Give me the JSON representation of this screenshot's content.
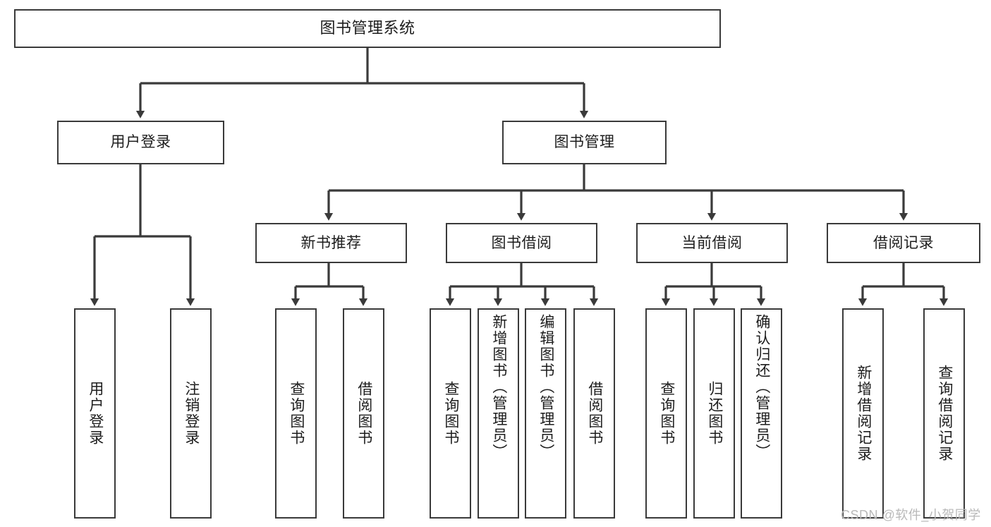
{
  "diagram": {
    "title": "图书管理系统",
    "watermark": "CSDN @软件_小贺同学",
    "line_color": "#3a3a3a",
    "box_border_color": "#3a3a3a",
    "box_fill": "#ffffff",
    "text_color": "#1d1d1d",
    "watermark_color": "#b9b9b9",
    "nodes": {
      "root": "图书管理系统",
      "user_login": "用户登录",
      "book_manage": "图书管理",
      "new_book_recommend": "新书推荐",
      "book_borrow": "图书借阅",
      "current_borrow": "当前借阅",
      "borrow_record": "借阅记录",
      "leaf_user_login": "用户登录",
      "leaf_logout": "注销登录",
      "leaf_query_book_1": "查询图书",
      "leaf_borrow_book_1": "借阅图书",
      "leaf_query_book_2": "查询图书",
      "leaf_add_book_admin": "新增图书（管理员）",
      "leaf_edit_book_admin": "编辑图书（管理员）",
      "leaf_borrow_book_2": "借阅图书",
      "leaf_query_book_3": "查询图书",
      "leaf_return_book": "归还图书",
      "leaf_confirm_return_admin": "确认归还（管理员）",
      "leaf_add_borrow_record": "新增借阅记录",
      "leaf_query_borrow_record": "查询借阅记录"
    }
  },
  "chart_data": {
    "type": "diagram",
    "subtype": "tree-hierarchy",
    "title": "图书管理系统",
    "orientation": "top-down",
    "edge_style": "orthogonal-with-arrowheads",
    "levels": 4,
    "tree": {
      "label": "图书管理系统",
      "children": [
        {
          "label": "用户登录",
          "children": [
            {
              "label": "用户登录",
              "children": []
            },
            {
              "label": "注销登录",
              "children": []
            }
          ]
        },
        {
          "label": "图书管理",
          "children": [
            {
              "label": "新书推荐",
              "children": [
                {
                  "label": "查询图书",
                  "children": []
                },
                {
                  "label": "借阅图书",
                  "children": []
                }
              ]
            },
            {
              "label": "图书借阅",
              "children": [
                {
                  "label": "查询图书",
                  "children": []
                },
                {
                  "label": "新增图书（管理员）",
                  "children": []
                },
                {
                  "label": "编辑图书（管理员）",
                  "children": []
                },
                {
                  "label": "借阅图书",
                  "children": []
                }
              ]
            },
            {
              "label": "当前借阅",
              "children": [
                {
                  "label": "查询图书",
                  "children": []
                },
                {
                  "label": "归还图书",
                  "children": []
                },
                {
                  "label": "确认归还（管理员）",
                  "children": []
                }
              ]
            },
            {
              "label": "借阅记录",
              "children": [
                {
                  "label": "新增借阅记录",
                  "children": []
                },
                {
                  "label": "查询借阅记录",
                  "children": []
                }
              ]
            }
          ]
        }
      ]
    }
  }
}
